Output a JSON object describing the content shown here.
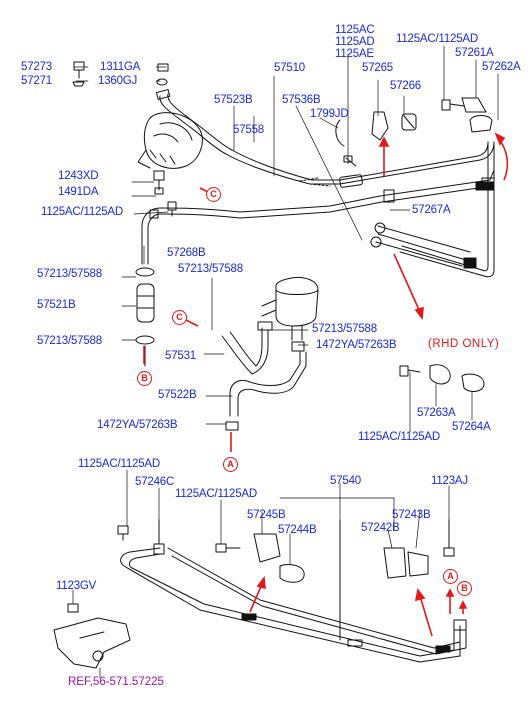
{
  "labels": {
    "p57273": "57273",
    "p57271": "57271",
    "p1311GA": "1311GA",
    "p1360GJ": "1360GJ",
    "p57510": "57510",
    "p57523B": "57523B",
    "p57536B": "57536B",
    "p57558": "57558",
    "p1125AC_top": "1125AC",
    "p1125AD_top": "1125AD",
    "p1125AE_top": "1125AE",
    "p57265": "57265",
    "p57266": "57266",
    "p1799JD": "1799JD",
    "p1125AC_1125AD_tr": "1125AC/1125AD",
    "p57261A": "57261A",
    "p57262A": "57262A",
    "p1243XD": "1243XD",
    "p1491DA": "1491DA",
    "p1125AC_1125AD_l": "1125AC/1125AD",
    "p57267A": "57267A",
    "p57268B": "57268B",
    "p57213_57588_a": "57213/57588",
    "p57213_57588_b": "57213/57588",
    "p57521B": "57521B",
    "p57213_57588_c": "57213/57588",
    "p57213_57588_d": "57213/57588",
    "p1472YA_57263B_a": "1472YA/57263B",
    "p57531": "57531",
    "p57522B": "57522B",
    "p1472YA_57263B_b": "1472YA/57263B",
    "p57263A": "57263A",
    "p57264A": "57264A",
    "p1125AC_1125AD_mid": "1125AC/1125AD",
    "p1125AC_1125AD_bl": "1125AC/1125AD",
    "p57246C": "57246C",
    "p1125AC_1125AD_bm": "1125AC/1125AD",
    "p57540": "57540",
    "p1123AJ": "1123AJ",
    "p57245B": "57245B",
    "p57244B": "57244B",
    "p57243B": "57243B",
    "p57242B": "57242B",
    "p1123GV": "1123GV"
  },
  "notes": {
    "rhd_only": "(RHD ONLY)"
  },
  "ref": {
    "bracket_ref": "REF,56-571.57225"
  },
  "callouts": {
    "a": "A",
    "b": "B",
    "c": "C"
  },
  "colors": {
    "label_blue": "#1a2bd6",
    "note_red": "#e01a1a",
    "ref_purple": "#9a17a8",
    "line_black": "#111111"
  }
}
